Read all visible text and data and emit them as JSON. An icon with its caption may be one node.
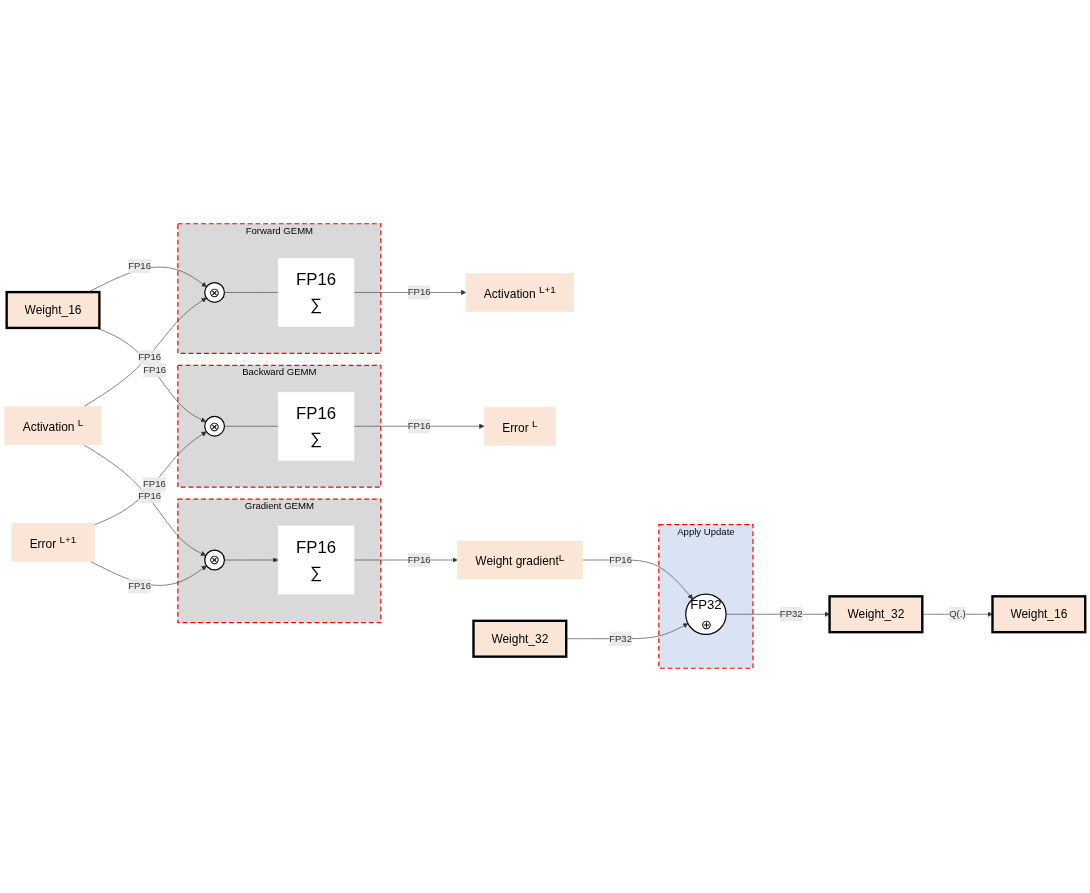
{
  "diagram": {
    "nodes": [
      {
        "text": [
          "Activation $^{L}$"
        ]
      },
      {
        "text": [
          "Forward GEMM"
        ]
      },
      {
        "text": [
          "⊗"
        ],
        "in": 1
      },
      {
        "text": [
          "FP16",
          "∑"
        ],
        "in": 1
      },
      {
        "text": [
          "Activation $^{L+1}$"
        ]
      },
      {
        "text": [
          "Weight_16"
        ]
      },
      {
        "text": [
          "Backward GEMM"
        ]
      },
      {
        "text": [
          "FP16",
          "∑"
        ],
        "in": 6
      },
      {
        "text": [
          "⊗"
        ],
        "in": 6
      },
      {
        "text": [
          "Error $^{L}$"
        ]
      },
      {
        "text": [
          "Error $^{L+1}$"
        ]
      },
      {
        "text": [
          "Gradient GEMM"
        ]
      },
      {
        "text": [
          "FP16",
          "∑"
        ],
        "in": 11
      },
      {
        "text": [
          "⊗"
        ],
        "in": 11
      },
      {
        "text": [
          "Weight gradient$^{L}$"
        ]
      },
      {
        "text": [
          "Apply Update"
        ]
      },
      {
        "text": [
          "FP32",
          "⊕"
        ],
        "in": 15
      },
      {
        "text": [
          "Weight_32"
        ]
      },
      {
        "text": [
          "Weight_32"
        ]
      },
      {
        "text": [
          "Weight_16"
        ]
      }
    ],
    "edges": [
      {
        "from": 0,
        "to": 2,
        "arrow": "to",
        "label": "FP16"
      },
      {
        "from": 5,
        "to": 2,
        "arrow": "to",
        "label": "FP16"
      },
      {
        "from": 2,
        "to": 3,
        "arrow": "none"
      },
      {
        "from": 3,
        "to": 4,
        "arrow": "to",
        "label": "FP16"
      },
      {
        "from": 5,
        "to": 8,
        "arrow": "to",
        "label": "FP16"
      },
      {
        "from": 10,
        "to": 8,
        "arrow": "to",
        "label": "FP16"
      },
      {
        "from": 8,
        "to": 7,
        "arrow": "none"
      },
      {
        "from": 7,
        "to": 9,
        "arrow": "to",
        "label": "FP16"
      },
      {
        "from": 0,
        "to": 13,
        "arrow": "to",
        "label": "FP16"
      },
      {
        "from": 10,
        "to": 13,
        "arrow": "to",
        "label": "FP16"
      },
      {
        "from": 13,
        "to": 12,
        "arrow": "to"
      },
      {
        "from": 12,
        "to": 14,
        "arrow": "to",
        "label": "FP16"
      },
      {
        "from": 14,
        "to": 16,
        "arrow": "to",
        "label": "FP16"
      },
      {
        "from": 17,
        "to": 16,
        "arrow": "to",
        "label": "FP32"
      },
      {
        "from": 16,
        "to": 18,
        "arrow": "to",
        "label": "FP32"
      },
      {
        "from": 18,
        "to": 19,
        "arrow": "to",
        "label": "Q(.)"
      }
    ]
  }
}
